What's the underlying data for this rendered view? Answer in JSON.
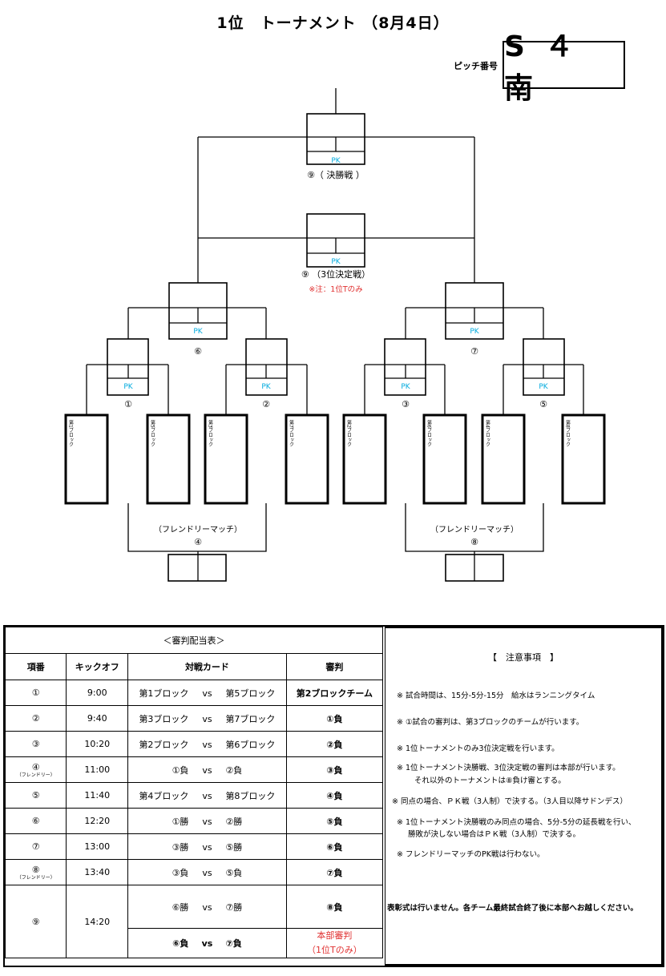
{
  "title": "1位　トーナメント （8月4日）",
  "pitch": {
    "label": "ピッチ番号",
    "value": "S ４ 南"
  },
  "bracket": {
    "pk": "PK",
    "final_label": "⑨（ 決勝戦 ）",
    "third_label": "⑨ （3位決定戦）",
    "third_note": "※注：1位Tのみ",
    "match_labels": [
      "①",
      "②",
      "③",
      "⑤",
      "⑥",
      "⑦"
    ],
    "blocks": [
      "第1ブロック",
      "第5ブロック",
      "第3ブロック",
      "第7ブロック",
      "第2ブロック",
      "第6ブロック",
      "第4ブロック",
      "第8ブロック"
    ],
    "friendly_left": "（フレンドリーマッチ）",
    "friendly_left_num": "④",
    "friendly_right": "（フレンドリーマッチ）",
    "friendly_right_num": "⑧"
  },
  "referee_table": {
    "caption": "＜審判配当表＞",
    "headers": {
      "no": "項番",
      "kickoff": "キックオフ",
      "card": "対戦カード",
      "referee": "審判"
    },
    "vs": "vs",
    "rows": [
      {
        "no": "①",
        "sub": "",
        "time": "9:00",
        "a": "第1ブロック",
        "b": "第5ブロック",
        "ref": "第2ブロックチーム"
      },
      {
        "no": "②",
        "sub": "",
        "time": "9:40",
        "a": "第3ブロック",
        "b": "第7ブロック",
        "ref": "①負"
      },
      {
        "no": "③",
        "sub": "",
        "time": "10:20",
        "a": "第2ブロック",
        "b": "第6ブロック",
        "ref": "②負"
      },
      {
        "no": "④",
        "sub": "（フレンドリー）",
        "time": "11:00",
        "a": "①負",
        "b": "②負",
        "ref": "③負"
      },
      {
        "no": "⑤",
        "sub": "",
        "time": "11:40",
        "a": "第4ブロック",
        "b": "第8ブロック",
        "ref": "④負"
      },
      {
        "no": "⑥",
        "sub": "",
        "time": "12:20",
        "a": "①勝",
        "b": "②勝",
        "ref": "⑤負"
      },
      {
        "no": "⑦",
        "sub": "",
        "time": "13:00",
        "a": "③勝",
        "b": "⑤勝",
        "ref": "⑥負"
      },
      {
        "no": "⑧",
        "sub": "（フレンドリー）",
        "time": "13:40",
        "a": "③負",
        "b": "⑤負",
        "ref": "⑦負"
      }
    ],
    "last": {
      "no": "⑨",
      "time": "14:20",
      "a1": "⑥勝",
      "b1": "⑦勝",
      "ref1": "⑧負",
      "a2": "⑥負",
      "b2": "⑦負",
      "ref2a": "本部審判",
      "ref2b": "（1位Tのみ）"
    }
  },
  "notes": {
    "heading": "【　注意事項　】",
    "items": [
      "※ 試合時間は、15分-5分-15分　給水はランニングタイム",
      "※ ①試合の審判は、第3ブロックのチームが行います。",
      "※ 1位トーナメントのみ3位決定戦を行います。",
      "※ 1位トーナメント決勝戦、3位決定戦の審判は本部が行います。",
      "それ以外のトーナメントは⑧負け審とする。",
      "※ 同点の場合、ＰＫ戦（3人制）で決する。（3人目以降サドンデス）",
      "※ 1位トーナメント決勝戦のみ同点の場合、5分-5分の延長戦を行い、",
      "勝敗が決しない場合はＰＫ戦（3人制）で決する。",
      "※ フレンドリーマッチのPK戦は行わない。",
      "表彰式は行いません。各チーム最終試合終了後に本部へお越しください。"
    ]
  }
}
